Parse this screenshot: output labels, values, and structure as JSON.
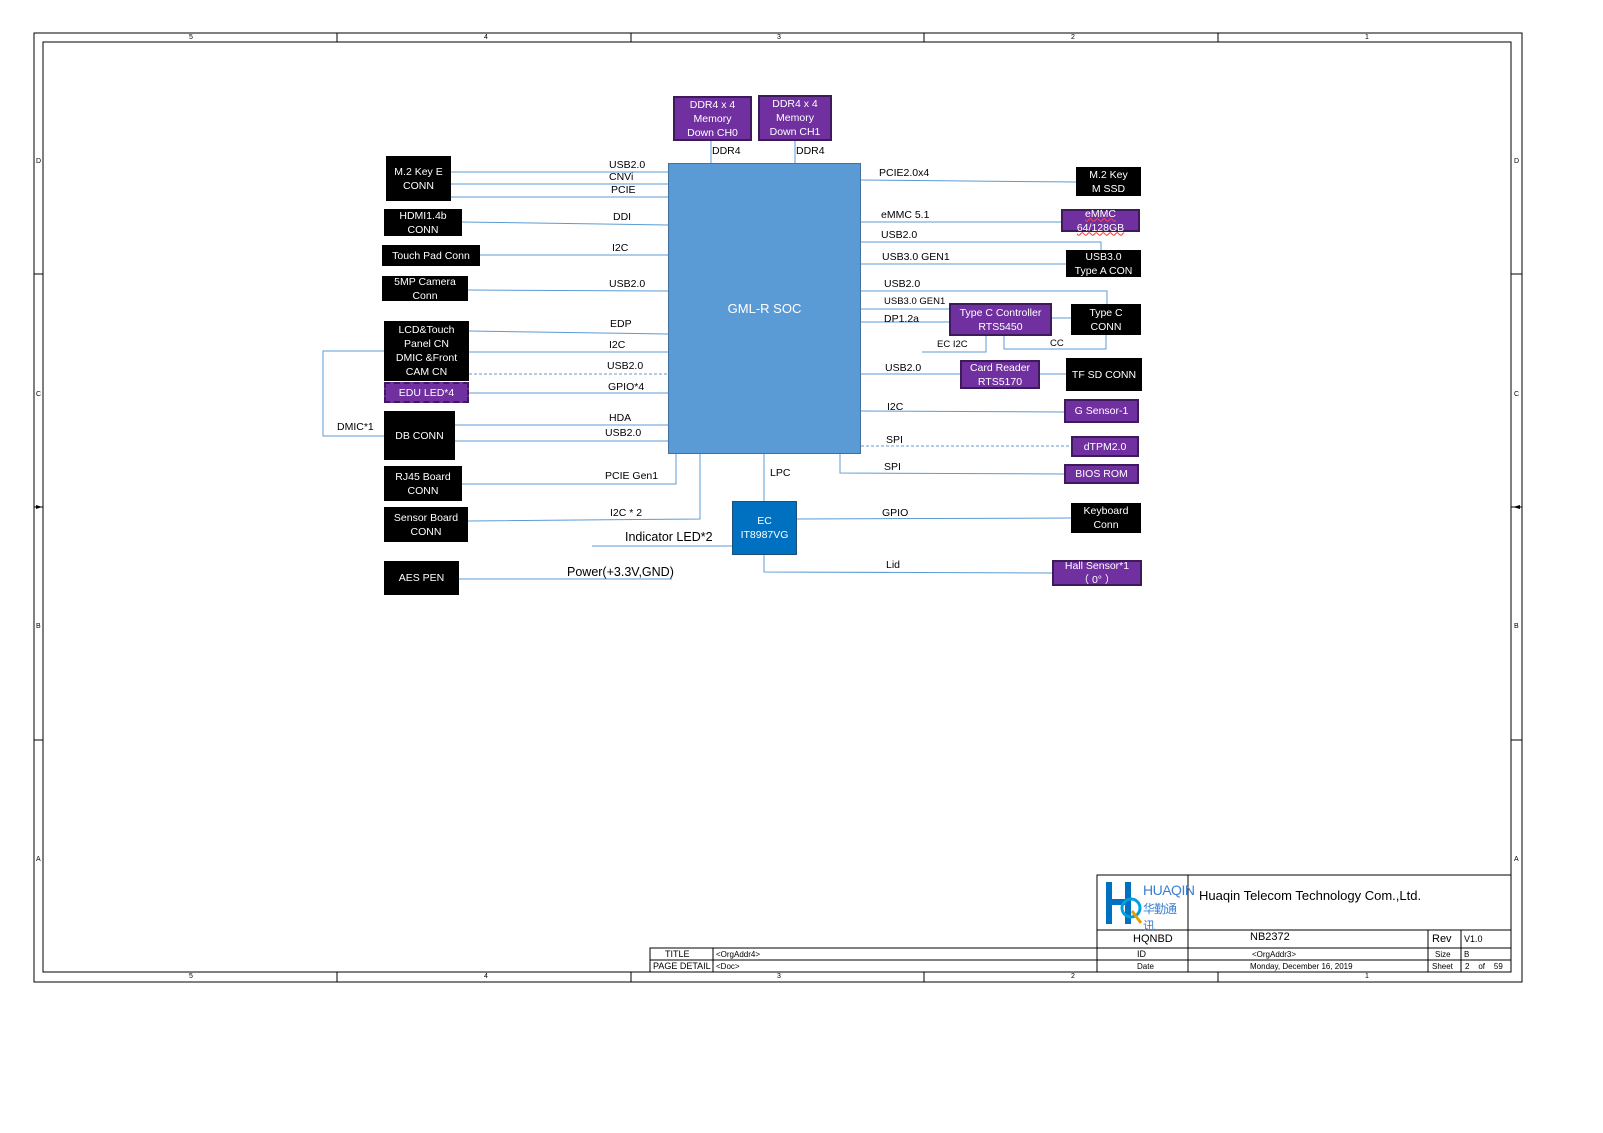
{
  "frame": {
    "zones_top": [
      "5",
      "4",
      "3",
      "2",
      "1"
    ],
    "zones_side": [
      "D",
      "C",
      "B",
      "A"
    ]
  },
  "blocks": {
    "soc": "GML-R  SOC",
    "ec": "EC\nIT8987VG",
    "ddr_ch0": "DDR4 x 4\nMemory\nDown CH0",
    "ddr_ch1": "DDR4 x 4\nMemory\nDown CH1",
    "m2_key_e": "M.2 Key E\nCONN",
    "hdmi": "HDMI1.4b\nCONN",
    "touchpad": "Touch Pad  Conn",
    "camera": "5MP Camera\nConn",
    "lcd": "LCD&Touch\nPanel CN\nDMIC &Front\nCAM CN",
    "edu_led": "EDU LED*4",
    "db_conn": "DB CONN",
    "rj45": "RJ45 Board\nCONN",
    "sensor_board": "Sensor Board\nCONN",
    "aes_pen": "AES PEN",
    "m2_ssd": "M.2 Key\nM SSD",
    "emmc": "eMMC\n64/128GB",
    "usb3_typea": "USB3.0\nType A CON",
    "typec_ctrl": "Type C  Controller\nRTS5450",
    "typec_conn": "Type C\nCONN",
    "card_reader": "Card Reader\nRTS5170",
    "tf_sd": "TF SD CONN",
    "gsensor": "G Sensor-1",
    "dtpm": "dTPM2.0",
    "bios": "BIOS ROM",
    "keyboard": "Keyboard\nConn",
    "hall": "Hall  Sensor*1\n（ 0° ）"
  },
  "signals": {
    "ddr4_a": "DDR4",
    "ddr4_b": "DDR4",
    "usb20_m2": "USB2.0",
    "cnvi": "CNVi",
    "pcie": "PCIE",
    "ddi": "DDI",
    "i2c_tp": "I2C",
    "usb20_cam": "USB2.0",
    "edp": "EDP",
    "i2c_lcd": "I2C",
    "usb20_lcd": "USB2.0",
    "gpio4": "GPIO*4",
    "hda": "HDA",
    "usb20_db": "USB2.0",
    "dmic1": "DMIC*1",
    "pcie_gen1": "PCIE Gen1",
    "i2c2": "I2C * 2",
    "indicator": "Indicator LED*2",
    "power": "Power(+3.3V,GND)",
    "lpc": "LPC",
    "pcie20x4": "PCIE2.0x4",
    "emmc51": "eMMC 5.1",
    "usb20_r1": "USB2.0",
    "usb30_gen1_a": "USB3.0 GEN1",
    "usb20_r2": "USB2.0",
    "usb30_gen1_b": "USB3.0 GEN1",
    "dp12a": "DP1.2a",
    "ec_i2c": "EC I2C",
    "cc": "CC",
    "usb20_card": "USB2.0",
    "i2c_gs": "I2C",
    "spi_tpm": "SPI",
    "spi_bios": "SPI",
    "gpio_kb": "GPIO",
    "lid": "Lid"
  },
  "title_block": {
    "logo_text": "HUAQIN",
    "logo_cn": "华勤通讯",
    "company": "Huaqin Telecom Technology Com.,Ltd.",
    "hqnbd": "HQNBD",
    "project": "NB2372",
    "rev_label": "Rev",
    "rev_value": "V1.0",
    "id_label": "ID",
    "id_value": "<OrgAddr3>",
    "size_label": "Size",
    "size_value": "B",
    "date_label": "Date",
    "date_value": "Monday, December 16, 2019",
    "sheet_label": "Sheet",
    "sheet_value": "2    of    59",
    "title_label": "TITLE",
    "title_value": "<OrgAddr4>",
    "page_detail_label": "PAGE  DETAIL",
    "page_detail_value": "<Doc>"
  },
  "colors": {
    "soc": "#5b9bd5",
    "ec": "#0070c0",
    "purple": "#7030a0",
    "black": "#000000",
    "line": "#5b9bd5"
  }
}
